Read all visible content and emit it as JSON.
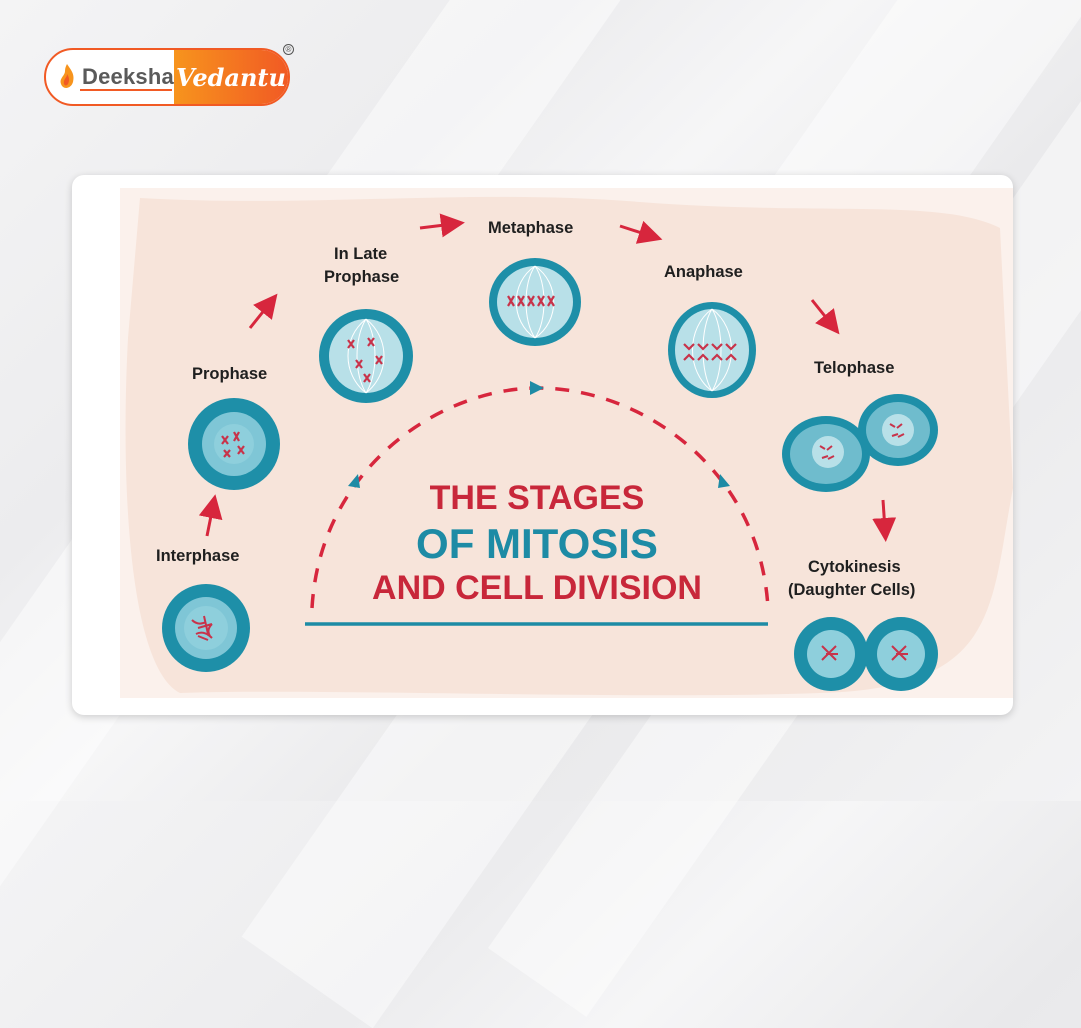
{
  "logo": {
    "left_text": "Deeksha",
    "right_text": "Vedantu",
    "mark": "®"
  },
  "diagram": {
    "title_line1": "THE STAGES",
    "title_line2": "OF MITOSIS",
    "title_line3": "AND CELL DIVISION",
    "stages": {
      "interphase": "Interphase",
      "prophase": "Prophase",
      "late_prophase_line1": "In Late",
      "late_prophase_line2": "Prophase",
      "metaphase": "Metaphase",
      "anaphase": "Anaphase",
      "telophase": "Telophase",
      "cytokinesis_line1": "Cytokinesis",
      "cytokinesis_line2": "(Daughter Cells)"
    },
    "colors": {
      "cell_ring": "#1e8fa8",
      "cell_inner": "#7fc6d6",
      "chromosome": "#c8334a",
      "arrow": "#d7263d",
      "title_red": "#c8273a",
      "title_teal": "#1d8ba5",
      "background": "#f9ece6"
    }
  }
}
